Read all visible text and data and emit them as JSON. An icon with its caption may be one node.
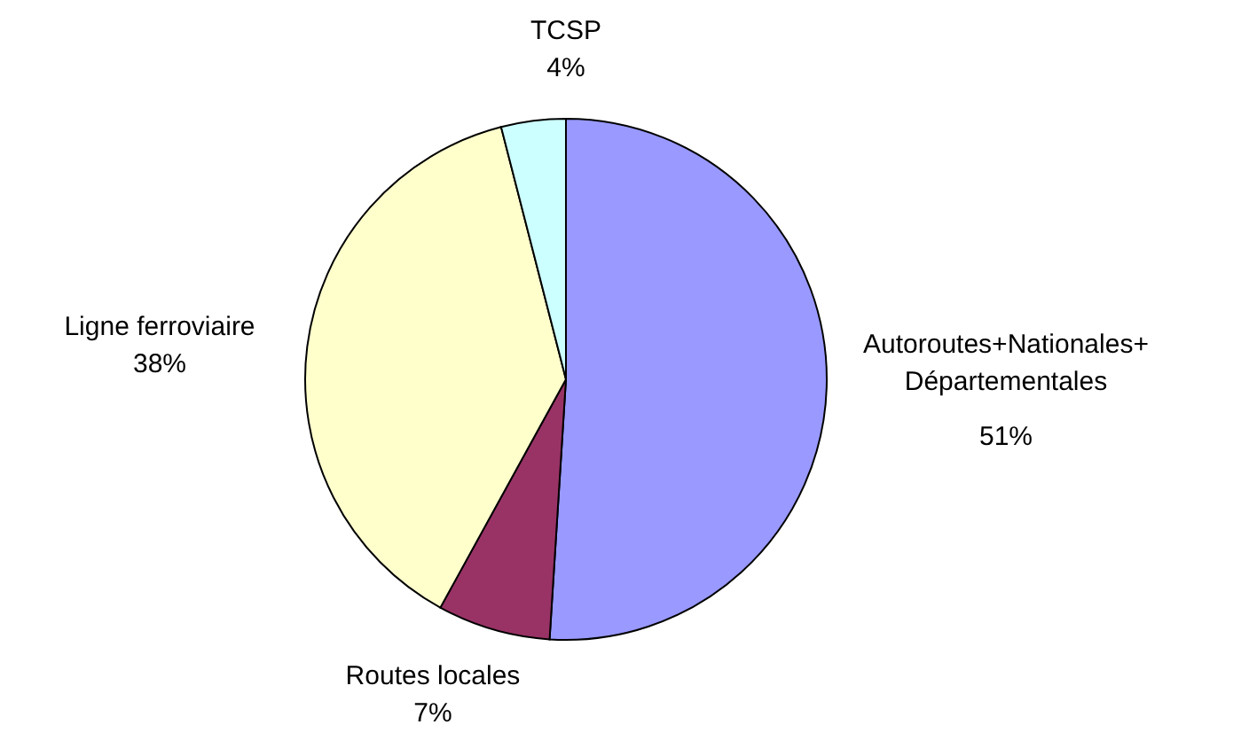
{
  "diagram": {
    "chart_data": {
      "type": "pie",
      "categories": [
        "Autoroutes+Nationales+ Départementales",
        "Routes locales",
        "Ligne ferroviaire",
        "TCSP"
      ],
      "series": [
        {
          "color": [
            "#9999ff",
            "#993366",
            "#ffffcc",
            "#ccffff"
          ],
          "values": [
            51,
            7,
            38,
            4
          ]
        }
      ],
      "value_labels": [
        "51%",
        "7%",
        "38%",
        "4%"
      ]
    }
  }
}
